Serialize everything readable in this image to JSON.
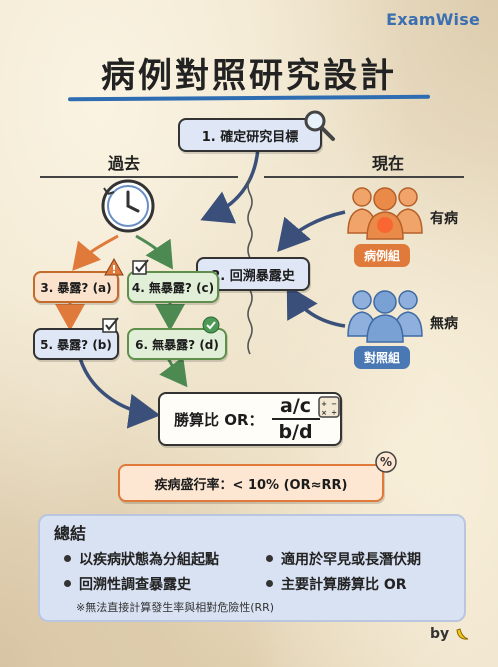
{
  "brand": "ExamWise",
  "title": "病例對照研究設計",
  "steps": {
    "step1": "1. 確定研究目標",
    "step2": "2. 回溯暴露史",
    "step3": "3. 暴露? (a)",
    "step4": "4. 無暴露? (c)",
    "step5": "5. 暴露? (b)",
    "step6": "6. 無暴露? (d)"
  },
  "timeline": {
    "past": "過去",
    "present": "現在"
  },
  "groups": {
    "case_side": "有病",
    "case_group": "病例組",
    "control_side": "無病",
    "control_group": "對照組"
  },
  "odds_ratio": {
    "label": "勝算比 OR：",
    "numerator": "a/c",
    "denominator": "b/d"
  },
  "prevalence": "疾病盛行率：< 10% (OR≈RR)",
  "summary": {
    "title": "總結",
    "items": [
      "以疾病狀態為分組起點",
      "適用於罕見或長潛伏期",
      "回溯性調查暴露史",
      "主要計算勝算比 OR"
    ],
    "note": "※無法直接計算發生率與相對危險性(RR)"
  },
  "byline": "by",
  "colors": {
    "accent": "#2f6db3",
    "orange": "#e07a3a",
    "green": "#5f8f4a",
    "blue_group": "#4a78b5"
  },
  "icons": [
    "magnifier-icon",
    "clock-icon",
    "warning-icon",
    "checkbox-icon",
    "check-circle-icon",
    "calculator-icon",
    "percent-icon",
    "people-icon",
    "banana-icon"
  ]
}
